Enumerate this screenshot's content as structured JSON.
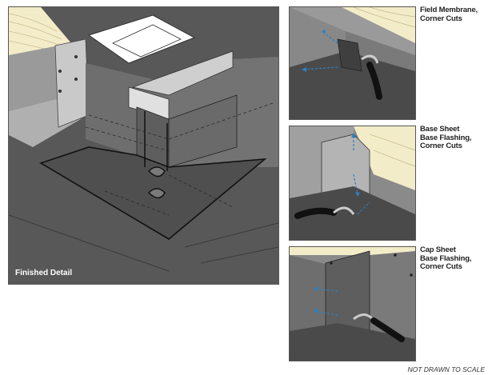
{
  "main_panel": {
    "label": "Finished Detail"
  },
  "details": [
    {
      "caption": "Field Membrane,\nCorner Cuts"
    },
    {
      "caption": "Base Sheet\nBase Flashing,\nCorner Cuts"
    },
    {
      "caption": "Cap Sheet\nBase Flashing,\nCorner Cuts"
    }
  ],
  "footer": {
    "note": "NOT DRAWN TO SCALE"
  },
  "colors": {
    "membrane": "#4a4a4a",
    "wall": "#8e8e8e",
    "wood": "#f3ecc8",
    "arrow": "#2f7fbf"
  },
  "icons": [
    "utility-knife-icon",
    "direction-arrow-icon"
  ]
}
